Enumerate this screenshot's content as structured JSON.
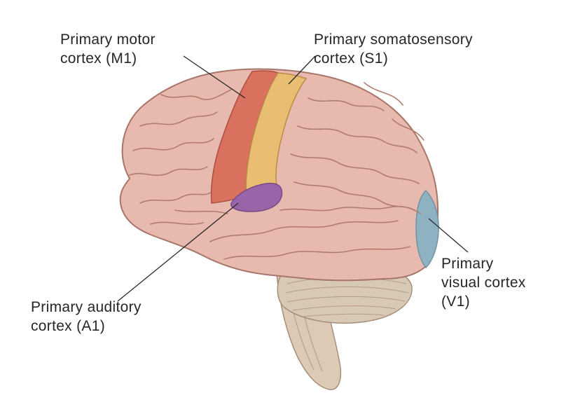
{
  "labels": {
    "motor": {
      "line1": "Primary motor",
      "line2": "cortex (M1)"
    },
    "somatosensory": {
      "line1": "Primary somatosensory",
      "line2": "cortex (S1)"
    },
    "auditory": {
      "line1": "Primary auditory",
      "line2": "cortex (A1)"
    },
    "visual": {
      "line1": "Primary",
      "line2": "visual cortex",
      "line3": "(V1)"
    }
  },
  "colors": {
    "background": "#ffffff",
    "brain": "#e8b9ae",
    "motor": "#d9715e",
    "somatosensory": "#e9bd72",
    "auditory": "#9a64a8",
    "visual": "#8fb2c2",
    "cerebellum": "#d8c8b6",
    "brainstem": "#dccab7",
    "text": "#262626"
  }
}
